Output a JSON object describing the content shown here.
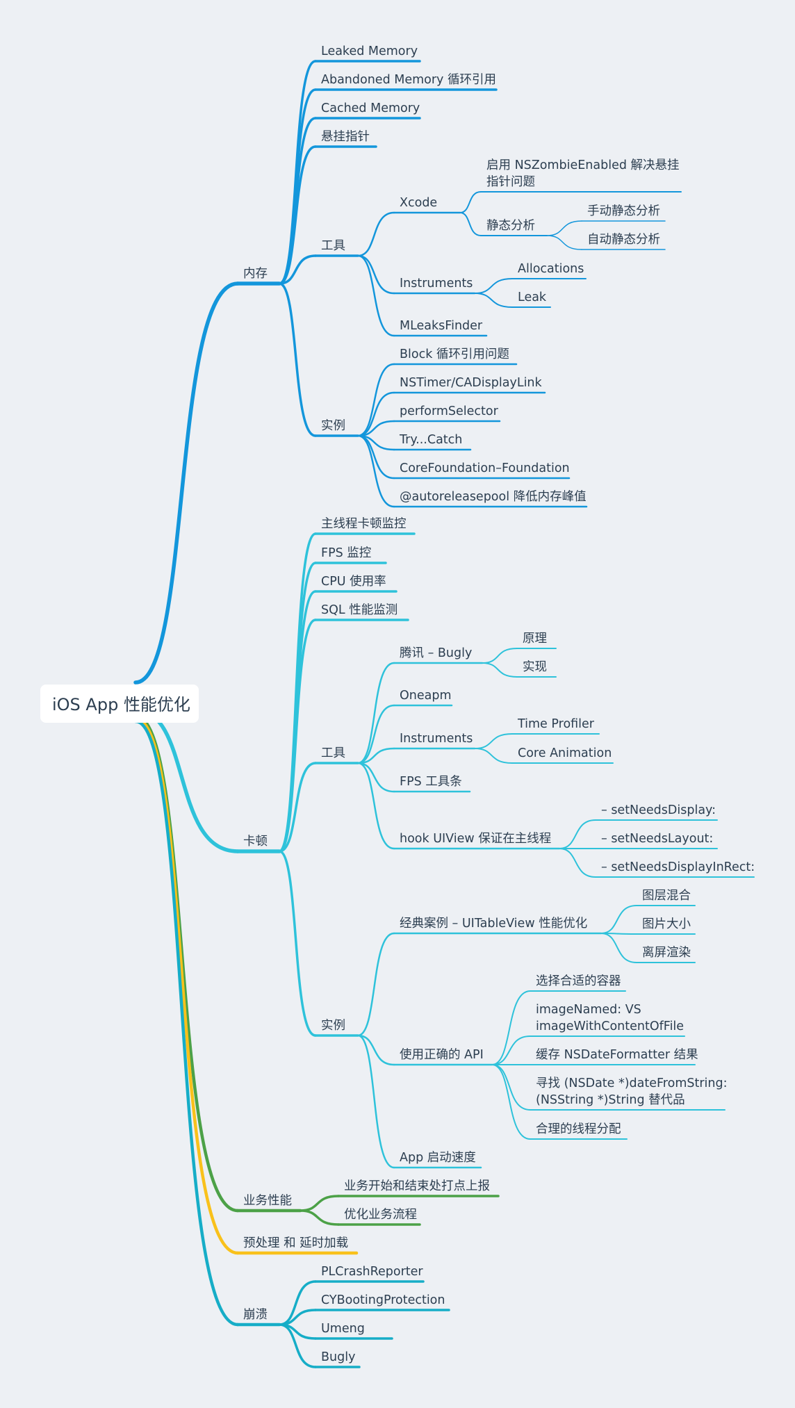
{
  "colors": {
    "memory": "#1396DB",
    "jank": "#2EC2DA",
    "business": "#4CA147",
    "preload": "#F9C11B",
    "crash": "#16ADC7",
    "background": "#EDF0F4",
    "text": "#2C3E50"
  },
  "root": {
    "label": "iOS App 性能优化"
  },
  "branches": {
    "memory": {
      "label": "内存",
      "items": {
        "leaked": "Leaked Memory",
        "abandoned": "Abandoned Memory 循环引用",
        "cached": "Cached Memory",
        "dangling": "悬挂指针",
        "tools": {
          "label": "工具",
          "xcode": {
            "label": "Xcode",
            "zombie_line1": "启用 NSZombieEnabled 解决悬挂",
            "zombie_line2": "指针问题",
            "static": {
              "label": "静态分析",
              "manual": "手动静态分析",
              "auto": "自动静态分析"
            }
          },
          "instruments": {
            "label": "Instruments",
            "allocations": "Allocations",
            "leak": "Leak"
          },
          "mleaks": "MLeaksFinder"
        },
        "cases": {
          "label": "实例",
          "block": "Block 循环引用问题",
          "nstimer": "NSTimer/CADisplayLink",
          "perform": "performSelector",
          "trycatch": "Try...Catch",
          "cf": "CoreFoundation–Foundation",
          "autorelease": "@autoreleasepool 降低内存峰值"
        }
      }
    },
    "jank": {
      "label": "卡顿",
      "items": {
        "mainthread": "主线程卡顿监控",
        "fps": "FPS 监控",
        "cpu": "CPU 使用率",
        "sql": "SQL 性能监测",
        "tools": {
          "label": "工具",
          "bugly": {
            "label": "腾讯 – Bugly",
            "principle": "原理",
            "impl": "实现"
          },
          "oneapm": "Oneapm",
          "instruments": {
            "label": "Instruments",
            "time_profiler": "Time Profiler",
            "core_animation": "Core Animation"
          },
          "fps_bar": "FPS 工具条",
          "hook": {
            "label": "hook UIView 保证在主线程",
            "display": "– setNeedsDisplay:",
            "layout": "– setNeedsLayout:",
            "display_in_rect": "– setNeedsDisplayInRect:"
          }
        },
        "cases": {
          "label": "实例",
          "tableview": {
            "label": "经典案例 – UITableView 性能优化",
            "blend": "图层混合",
            "image_size": "图片大小",
            "offscreen": "离屏渲染"
          },
          "api": {
            "label": "使用正确的 API",
            "container": "选择合适的容器",
            "imagenamed_line1": "imageNamed: VS",
            "imagenamed_line2": "imageWithContentOfFile",
            "formatter": "缓存 NSDateFormatter 结果",
            "date_line1": "寻找 (NSDate *)dateFromString:",
            "date_line2": "(NSString *)String 替代品",
            "thread": "合理的线程分配"
          },
          "launch": "App 启动速度"
        }
      }
    },
    "business": {
      "label": "业务性能",
      "report": "业务开始和结束处打点上报",
      "optimize": "优化业务流程"
    },
    "preload": {
      "label": "预处理 和 延时加载"
    },
    "crash": {
      "label": "崩溃",
      "plcrash": "PLCrashReporter",
      "cybooting": "CYBootingProtection",
      "umeng": "Umeng",
      "bugly": "Bugly"
    }
  }
}
